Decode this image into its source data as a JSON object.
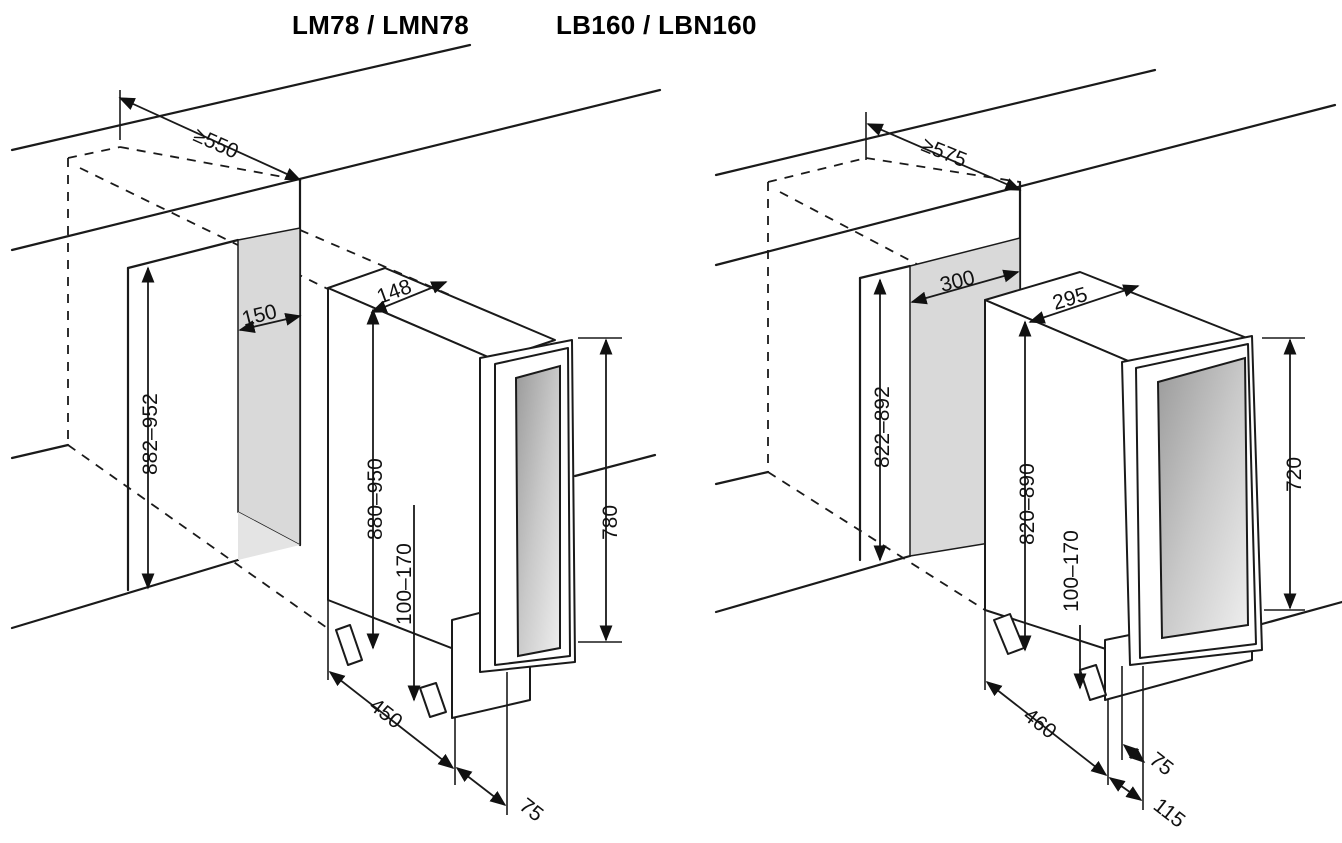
{
  "titles": {
    "left": "LM78 / LMN78",
    "right": "LB160 / LBN160"
  },
  "left_unit": {
    "depth_min": "≥550",
    "niche_width": "150",
    "unit_width": "148",
    "niche_height": "882–952",
    "unit_height": "880–950",
    "feet_adjust": "100–170",
    "door_height": "780",
    "unit_depth": "450",
    "door_thickness": "75"
  },
  "right_unit": {
    "depth_min": "≥575",
    "niche_width": "300",
    "unit_width": "295",
    "niche_height": "822–892",
    "unit_height": "820–890",
    "feet_adjust": "100–170",
    "door_height": "720",
    "unit_depth": "460",
    "door_thickness": "75",
    "door_open_offset": "115"
  }
}
